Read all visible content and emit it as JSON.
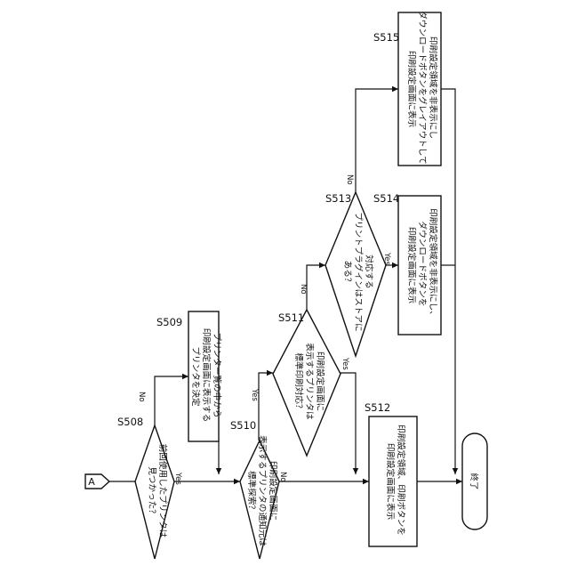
{
  "connector": "A",
  "steps": {
    "s508": {
      "id": "S508",
      "lines": [
        "前回使用したプリンタは",
        "見つかった？"
      ]
    },
    "s509": {
      "id": "S509",
      "lines": [
        "プリンター覧の中から",
        "印刷設定画面に表示する",
        "プリンタを決定"
      ]
    },
    "s510": {
      "id": "S510",
      "lines": [
        "印刷設定画面に",
        "表示するプリンタの通知元は",
        "標準探索？"
      ]
    },
    "s511": {
      "id": "S511",
      "lines": [
        "印刷設定画面に",
        "表示するプリンタは",
        "標準印刷対応？"
      ]
    },
    "s512": {
      "id": "S512",
      "lines": [
        "印刷設定領域、印刷ボタンを",
        "印刷設定画面に表示"
      ]
    },
    "s513": {
      "id": "S513",
      "lines": [
        "対応する",
        "プリントプラグインはストアに",
        "ある？"
      ]
    },
    "s514": {
      "id": "S514",
      "lines": [
        "印刷設定領域を非表示にし、",
        "ダウンロードボタンを",
        "印刷設定画面に表示"
      ]
    },
    "s515": {
      "id": "S515",
      "lines": [
        "印刷設定領域を非表示にし",
        "ダウンロードボタンをグレイアウトして",
        "印刷設定画面に表示"
      ]
    },
    "end": {
      "label": "終了"
    }
  },
  "branch_labels": {
    "s508_yes": "Yes",
    "s508_no": "No",
    "s510_yes": "Yes",
    "s510_no": "No",
    "s511_yes": "Yes",
    "s511_no": "No",
    "s513_yes": "Yes",
    "s513_no": "No"
  }
}
